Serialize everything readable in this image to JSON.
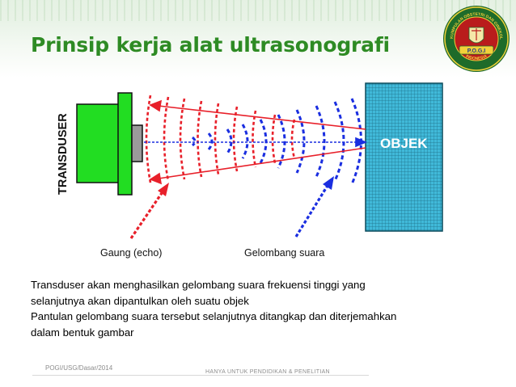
{
  "slide": {
    "title": "Prinsip kerja alat ultrasonografi",
    "footer_left": "POGI/USG/Dasar/2014",
    "footer_center": "HANYA UNTUK PENDIDIKAN & PENELITIAN"
  },
  "logo": {
    "arc_top": "PERKUMPULAN OBSTETRI DAN GINEKOLOGI",
    "arc_bottom": "INDONESIA",
    "banner": "P.O.G.I"
  },
  "diagram": {
    "transducer_label": "TRANSDUSER",
    "object_label": "OBJEK",
    "echo_label": "Gaung (echo)",
    "sound_wave_label": "Gelombang suara"
  },
  "caption": {
    "line1": "Transduser akan menghasilkan gelombang suara frekuensi tinggi yang",
    "line2": "selanjutnya akan dipantulkan oleh suatu objek",
    "line3": "Pantulan gelombang suara tersebut selanjutnya ditangkap dan diterjemahkan",
    "line4": "dalam bentuk gambar"
  },
  "colors": {
    "title": "#2e8b24",
    "transducer": "#22dd22",
    "object": "#3fb8d8",
    "sound_wave": "#1a2ee0",
    "echo": "#e8202a"
  }
}
